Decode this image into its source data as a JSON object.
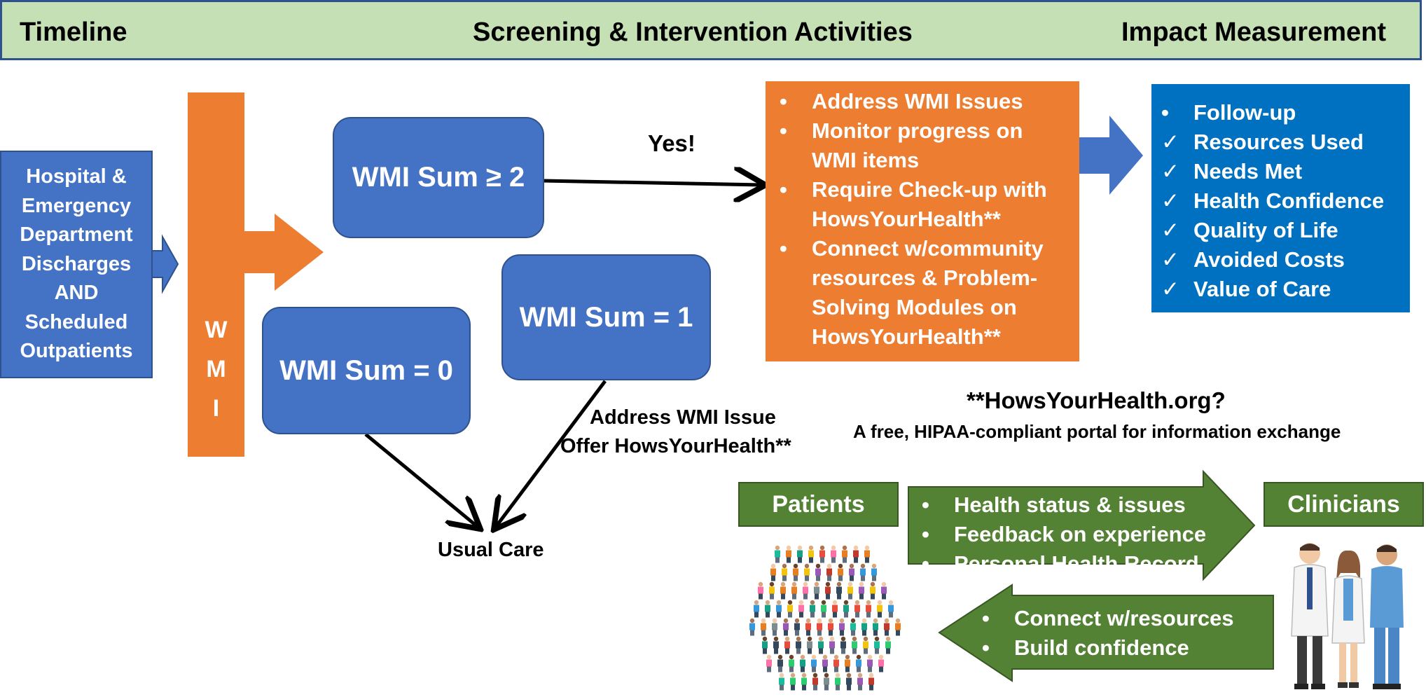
{
  "header": {
    "timeline": "Timeline",
    "screening": "Screening & Intervention Activities",
    "impact": "Impact Measurement"
  },
  "discharge_box": {
    "lines": [
      "Hospital &",
      "Emergency",
      "Department",
      "Discharges",
      "AND",
      "Scheduled",
      "Outpatients"
    ]
  },
  "wmi_bar": {
    "letters": [
      "W",
      "M",
      "I"
    ]
  },
  "nodes": {
    "sum_ge2": "WMI Sum ≥ 2",
    "sum_1": "WMI Sum = 1",
    "sum_0": "WMI Sum = 0"
  },
  "labels": {
    "yes": "Yes!",
    "address_issue": "Address WMI Issue",
    "offer_hyh": "Offer HowsYourHealth**",
    "usual_care": "Usual Care"
  },
  "actions_box": {
    "items": [
      "Address WMI Issues",
      "Monitor progress on WMI items",
      "Require Check-up with HowsYourHealth**",
      "Connect w/community resources & Problem-Solving Modules on HowsYourHealth**"
    ]
  },
  "impact_box": {
    "bullet_item": "Follow-up",
    "check_items": [
      "Resources Used",
      "Needs Met",
      "Health Confidence",
      "Quality of Life",
      "Avoided Costs",
      "Value of Care"
    ]
  },
  "hyh": {
    "title": "**HowsYourHealth.org?",
    "subtitle": "A free, HIPAA-compliant portal for information exchange"
  },
  "exchange": {
    "patients": "Patients",
    "clinicians": "Clinicians",
    "to_clinicians": [
      "Health status & issues",
      "Feedback on experience",
      "Personal Health Record"
    ],
    "to_patients": [
      "Connect w/resources",
      "Build confidence"
    ]
  },
  "colors": {
    "header_bg": "#c5e0b4",
    "blue": "#4472c4",
    "dark_blue": "#2f528f",
    "orange": "#ed7d31",
    "impact_blue": "#0070c0",
    "green": "#548235"
  },
  "icons": {
    "crowd": "crowd-of-people-illustration",
    "clinicians": "clinicians-illustration"
  }
}
